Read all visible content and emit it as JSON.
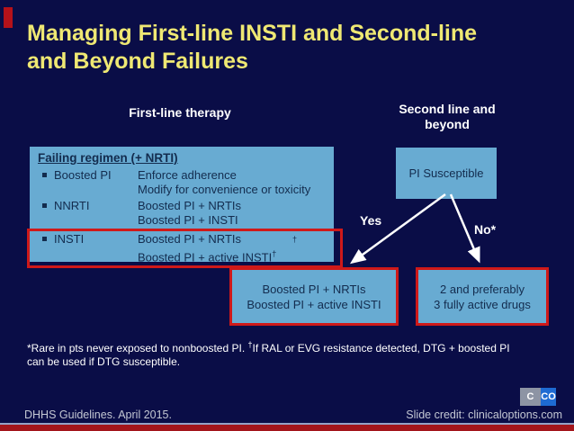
{
  "slide": {
    "title_lines": [
      "Managing First-line INSTI and Second-line",
      "and Beyond Failures"
    ]
  },
  "columns": {
    "first_line_header": "First-line therapy",
    "second_line_header": "Second line and beyond"
  },
  "failing_box": {
    "heading": "Failing regimen (+ NRTI)",
    "rows": [
      {
        "label": "Boosted PI",
        "details": [
          "Enforce adherence",
          "Modify for convenience or toxicity"
        ]
      },
      {
        "label": "NNRTI",
        "details": [
          "Boosted PI + NRTIs",
          "Boosted PI + INSTI"
        ]
      },
      {
        "label": "INSTI",
        "details": [
          "Boosted PI + NRTIs",
          "Boosted PI + active INSTI"
        ],
        "dagger": "†"
      }
    ]
  },
  "decision": {
    "node": "PI Susceptible",
    "yes_label": "Yes",
    "no_label": "No*"
  },
  "outcomes": {
    "yes_box": [
      "Boosted PI + NRTIs",
      "Boosted PI + active INSTI"
    ],
    "no_box": [
      "2 and preferably",
      "3 fully active drugs"
    ]
  },
  "footnote": {
    "line1_pre": "*Rare in pts never exposed to nonboosted PI. ",
    "dagger": "†",
    "line1_post": "If RAL or EVG resistance detected, DTG + boosted PI",
    "line2": "can be used if DTG susceptible."
  },
  "footer": {
    "left": "DHHS Guidelines. April 2015.",
    "right": "Slide credit: clinicaloptions.com"
  },
  "logo": {
    "left_text": "C",
    "right_text": "CO"
  },
  "colors": {
    "background": "#0a0d47",
    "box_blue": "#68abd2",
    "accent_red": "#cf1919",
    "title_yellow": "#efe873",
    "dark_text": "#132c4e",
    "footer_gray": "#c3c7d3",
    "logo_blue": "#1e6bd2",
    "logo_gray": "#8d94a4"
  }
}
